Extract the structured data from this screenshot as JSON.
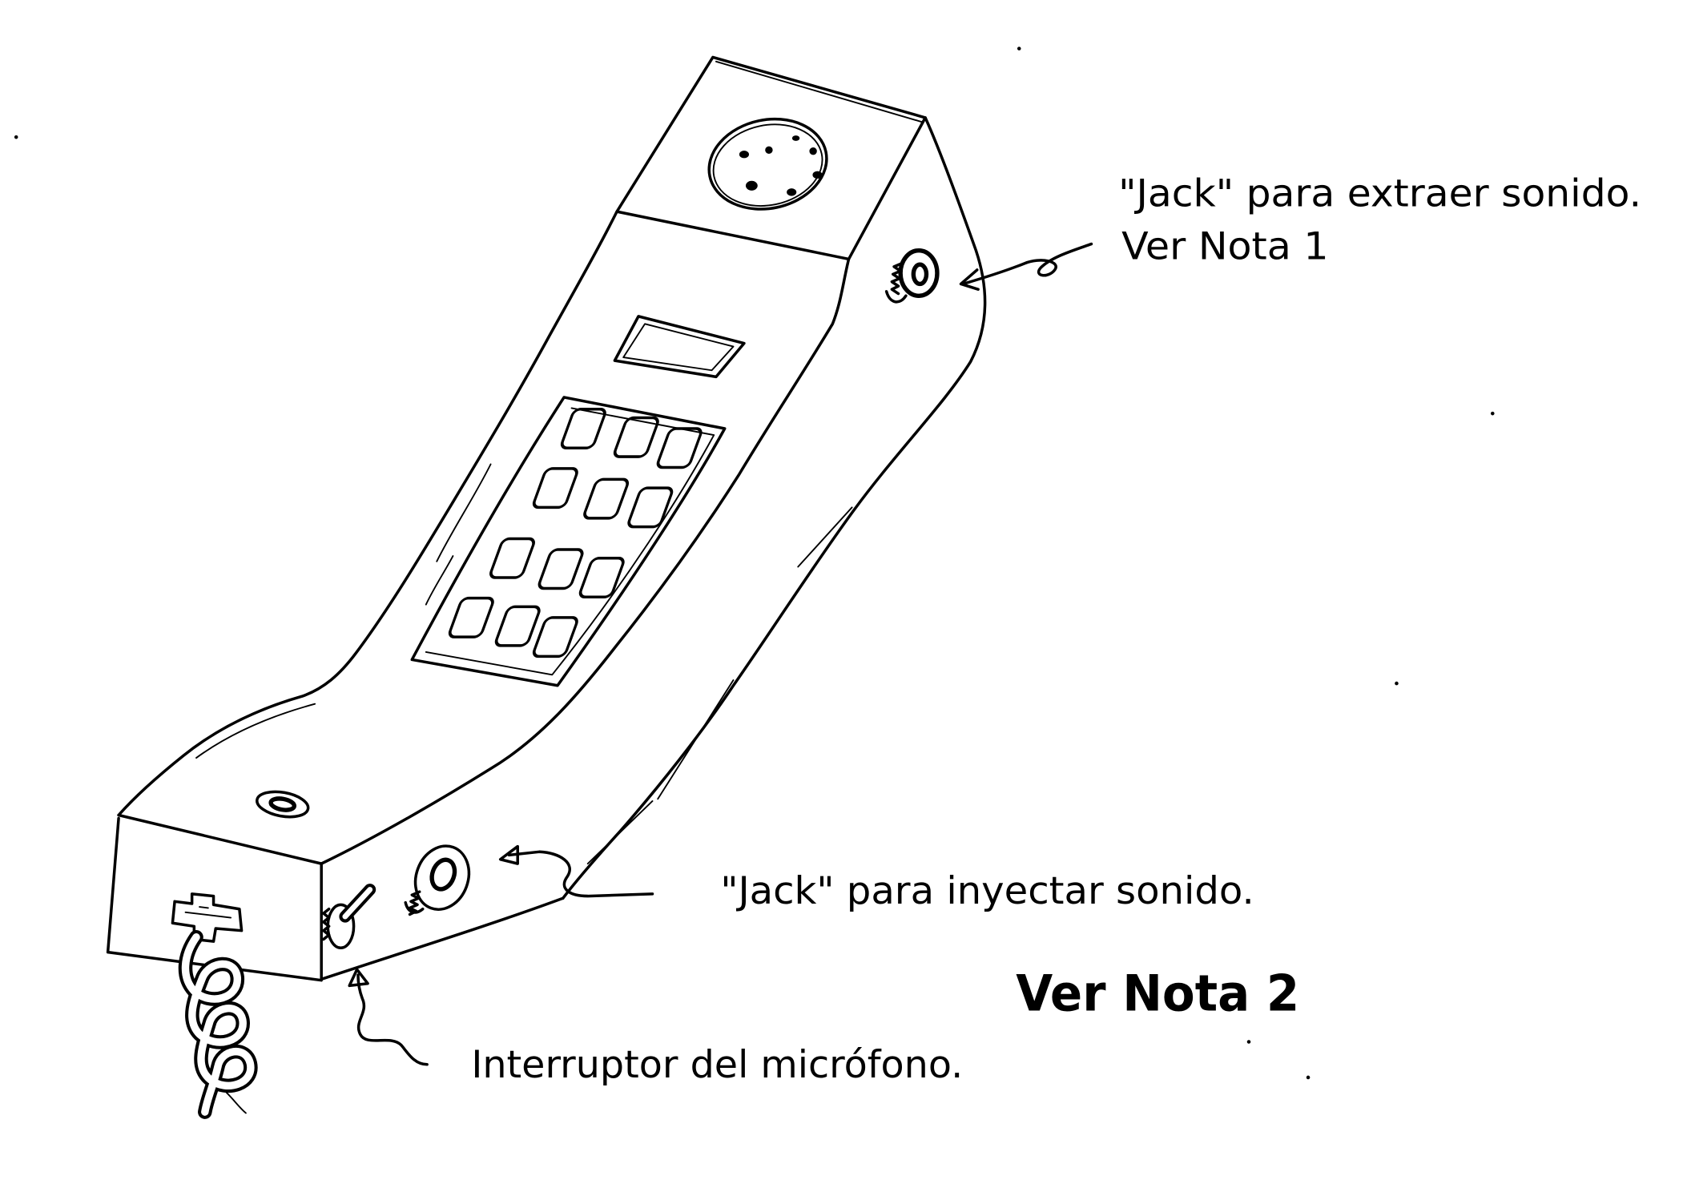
{
  "labels": {
    "output_jack": "\"Jack\" para extraer sonido.",
    "note_1": "Ver Nota 1",
    "input_jack": "\"Jack\" para inyectar sonido.",
    "note_2": "Ver Nota 2",
    "mic_switch": "Interruptor del micrófono."
  },
  "colors": {
    "ink": "#000000",
    "paper": "#ffffff"
  }
}
